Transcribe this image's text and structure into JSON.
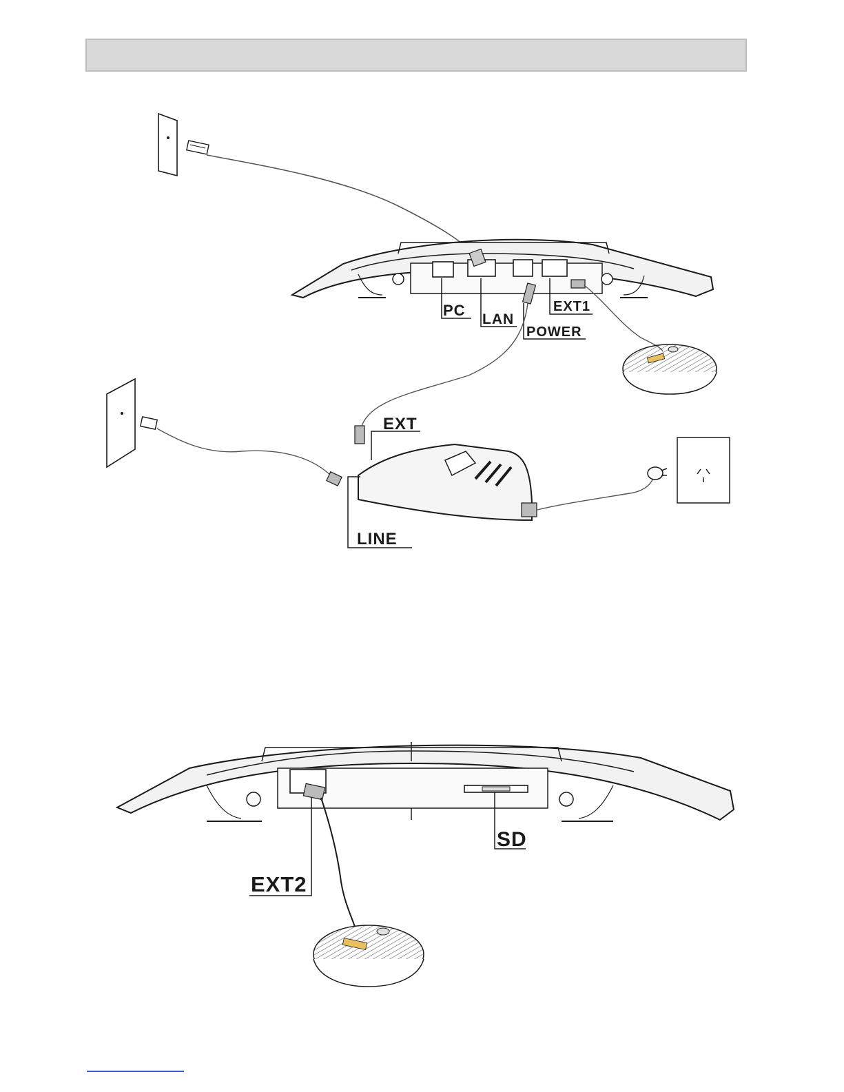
{
  "diagram": {
    "top": {
      "port_labels": {
        "pc": "PC",
        "lan": "LAN",
        "power": "POWER",
        "ext1": "EXT1"
      },
      "adapter_labels": {
        "ext": "EXT",
        "line": "LINE"
      }
    },
    "bottom": {
      "port_labels": {
        "sd": "SD",
        "ext2": "EXT2"
      }
    }
  },
  "colors": {
    "line": "#1a1a1a",
    "header_bar": "#d9d9d9",
    "device_fill": "#f2f2f2",
    "link": "#3b5bdb"
  }
}
